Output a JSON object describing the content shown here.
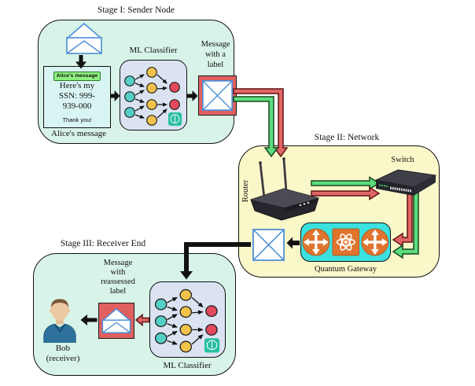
{
  "colors": {
    "mint": "#d8f3e7",
    "yellow-bg": "#faf7c9",
    "msgbox": "#d9f5f3",
    "mlbox": "#dbe3f3",
    "cyan": "#3ae1df",
    "orange": "#e0742e",
    "label-green": "#8df07f",
    "node-teal": "#54cfc6",
    "node-yellow": "#f2c24b",
    "node-red": "#e4495d",
    "red-env": "#e06060",
    "arrow-green": "#5cdc7e",
    "arrow-green-dark": "#17461f",
    "arrow-red": "#e06666",
    "arrow-red-dark": "#5d1414",
    "env-blue": "#4a8ed8",
    "chip-teal": "#29bfa2"
  },
  "stage1": {
    "title": "Stage I: Sender Node",
    "message_label": "Alice's message",
    "message_lines": [
      "Here's my",
      "SSN: 999-",
      "939-000"
    ],
    "thanks": "Thank you!",
    "caption": "Alice's message",
    "classifier_label": "ML Classifier",
    "output_label_lines": [
      "Message",
      "with a",
      "label"
    ]
  },
  "stage2": {
    "title": "Stage II: Network",
    "router_label": "Router",
    "switch_label": "Switch",
    "gateway_label": "Quantum Gateway"
  },
  "stage3": {
    "title": "Stage III: Receiver End",
    "message_label_lines": [
      "Message",
      "with",
      "reassessed",
      "label"
    ],
    "classifier_label": "ML Classifier",
    "receiver_lines": [
      "Bob",
      "(receiver)"
    ]
  },
  "icons": {
    "open_envelope": "open-envelope",
    "closed_envelope": "closed-envelope",
    "router": "wireless-router",
    "switch": "network-switch",
    "gateway_route": "crossroads-circle",
    "gateway_atom": "atom",
    "ml_chip": "ai-brain-chip",
    "receiver_avatar": "person-avatar"
  }
}
